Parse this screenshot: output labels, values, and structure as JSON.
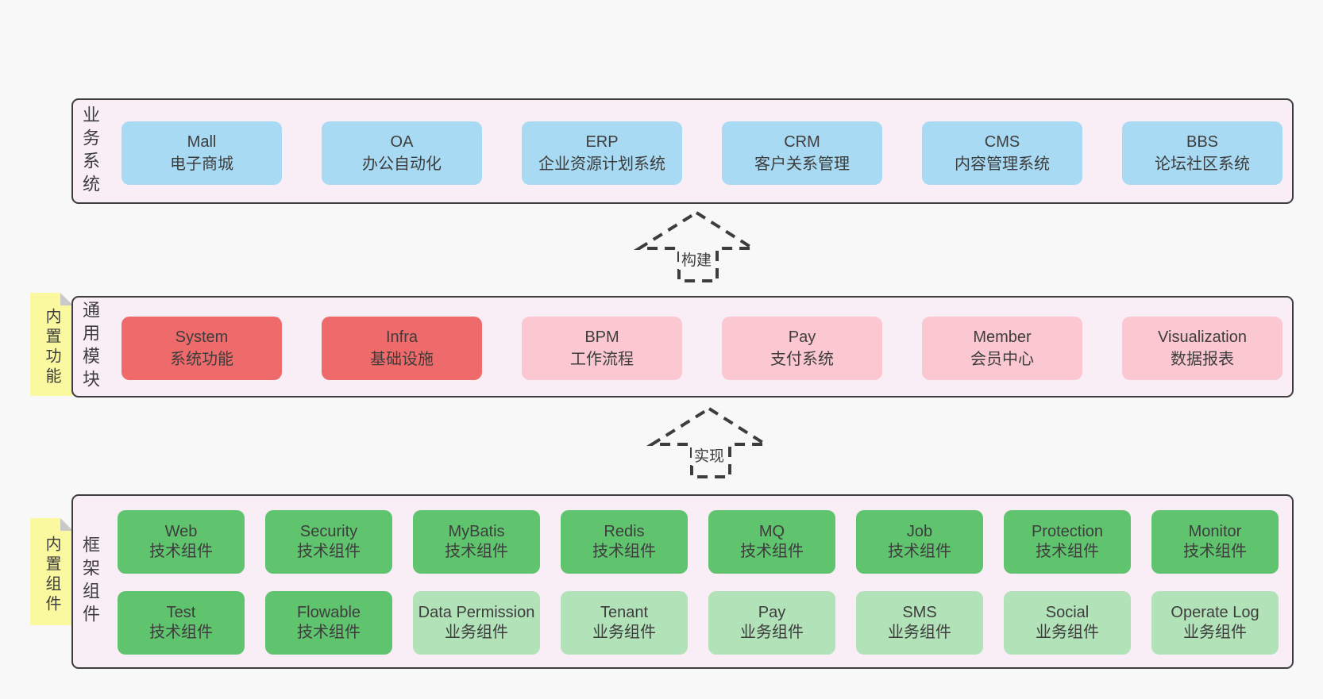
{
  "colors": {
    "page_bg": "#f8f8f8",
    "container_bg": "#f9edf6",
    "border": "#3d3d3d",
    "text": "#3d3d3d",
    "blue": "#a9daf3",
    "red": "#ef6a6a",
    "pink": "#fbc8d2",
    "green": "#60c36e",
    "lightgreen": "#b2e2b8",
    "yellow": "#fbf9a0",
    "fold_gray": "#c9c9c9"
  },
  "arrows": [
    {
      "label": "构建"
    },
    {
      "label": "实现"
    }
  ],
  "layers": [
    {
      "label": "业务系统",
      "boxes": [
        {
          "name": "Mall",
          "desc": "电子商城",
          "variant": "blue"
        },
        {
          "name": "OA",
          "desc": "办公自动化",
          "variant": "blue"
        },
        {
          "name": "ERP",
          "desc": "企业资源计划系统",
          "variant": "blue"
        },
        {
          "name": "CRM",
          "desc": "客户关系管理",
          "variant": "blue"
        },
        {
          "name": "CMS",
          "desc": "内容管理系统",
          "variant": "blue"
        },
        {
          "name": "BBS",
          "desc": "论坛社区系统",
          "variant": "blue"
        }
      ]
    },
    {
      "sticky": "内置功能",
      "label": "通用模块",
      "boxes": [
        {
          "name": "System",
          "desc": "系统功能",
          "variant": "red"
        },
        {
          "name": "Infra",
          "desc": "基础设施",
          "variant": "red"
        },
        {
          "name": "BPM",
          "desc": "工作流程",
          "variant": "pink"
        },
        {
          "name": "Pay",
          "desc": "支付系统",
          "variant": "pink"
        },
        {
          "name": "Member",
          "desc": "会员中心",
          "variant": "pink"
        },
        {
          "name": "Visualization",
          "desc": "数据报表",
          "variant": "pink"
        }
      ]
    },
    {
      "sticky": "内置组件",
      "label": "框架组件",
      "row1": [
        {
          "name": "Web",
          "desc": "技术组件",
          "variant": "green"
        },
        {
          "name": "Security",
          "desc": "技术组件",
          "variant": "green"
        },
        {
          "name": "MyBatis",
          "desc": "技术组件",
          "variant": "green"
        },
        {
          "name": "Redis",
          "desc": "技术组件",
          "variant": "green"
        },
        {
          "name": "MQ",
          "desc": "技术组件",
          "variant": "green"
        },
        {
          "name": "Job",
          "desc": "技术组件",
          "variant": "green"
        },
        {
          "name": "Protection",
          "desc": "技术组件",
          "variant": "green"
        },
        {
          "name": "Monitor",
          "desc": "技术组件",
          "variant": "green"
        }
      ],
      "row2": [
        {
          "name": "Test",
          "desc": "技术组件",
          "variant": "green"
        },
        {
          "name": "Flowable",
          "desc": "技术组件",
          "variant": "green"
        },
        {
          "name": "Data Permission",
          "desc": "业务组件",
          "variant": "lightgreen"
        },
        {
          "name": "Tenant",
          "desc": "业务组件",
          "variant": "lightgreen"
        },
        {
          "name": "Pay",
          "desc": "业务组件",
          "variant": "lightgreen"
        },
        {
          "name": "SMS",
          "desc": "业务组件",
          "variant": "lightgreen"
        },
        {
          "name": "Social",
          "desc": "业务组件",
          "variant": "lightgreen"
        },
        {
          "name": "Operate Log",
          "desc": "业务组件",
          "variant": "lightgreen"
        }
      ]
    }
  ]
}
